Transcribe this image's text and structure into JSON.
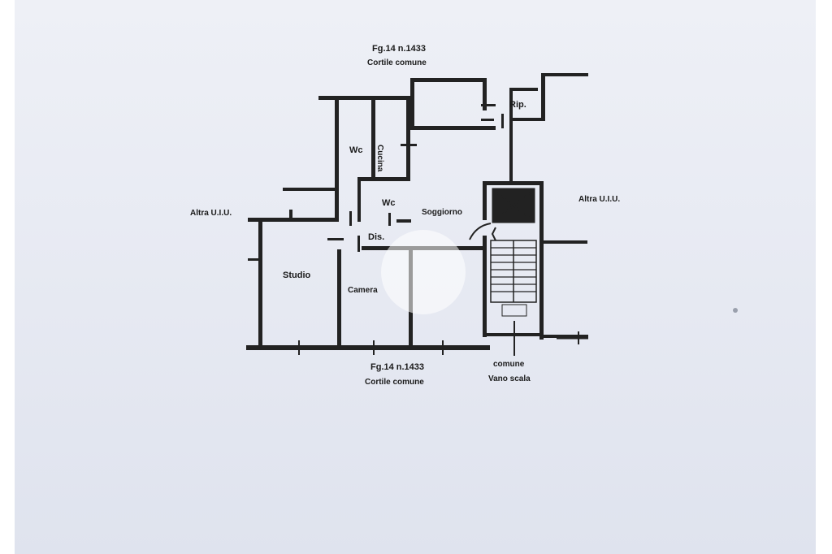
{
  "labels": {
    "top_ref": "Fg.14 n.1433",
    "top_courtyard": "Cortile comune",
    "bottom_ref": "Fg.14 n.1433",
    "bottom_courtyard": "Cortile comune",
    "stair_common": "comune",
    "stair_name": "Vano scala",
    "left_unit": "Altra U.I.U.",
    "right_unit": "Altra U.I.U.",
    "rooms": {
      "rip": "Rip.",
      "cucina": "Cucina",
      "wc_upper": "Wc",
      "wc_lower": "Wc",
      "soggiorno": "Soggiorno",
      "dis": "Dis.",
      "studio": "Studio",
      "camera": "Camera"
    }
  },
  "colors": {
    "paper": "#e6e9f2",
    "ink": "#222222"
  }
}
